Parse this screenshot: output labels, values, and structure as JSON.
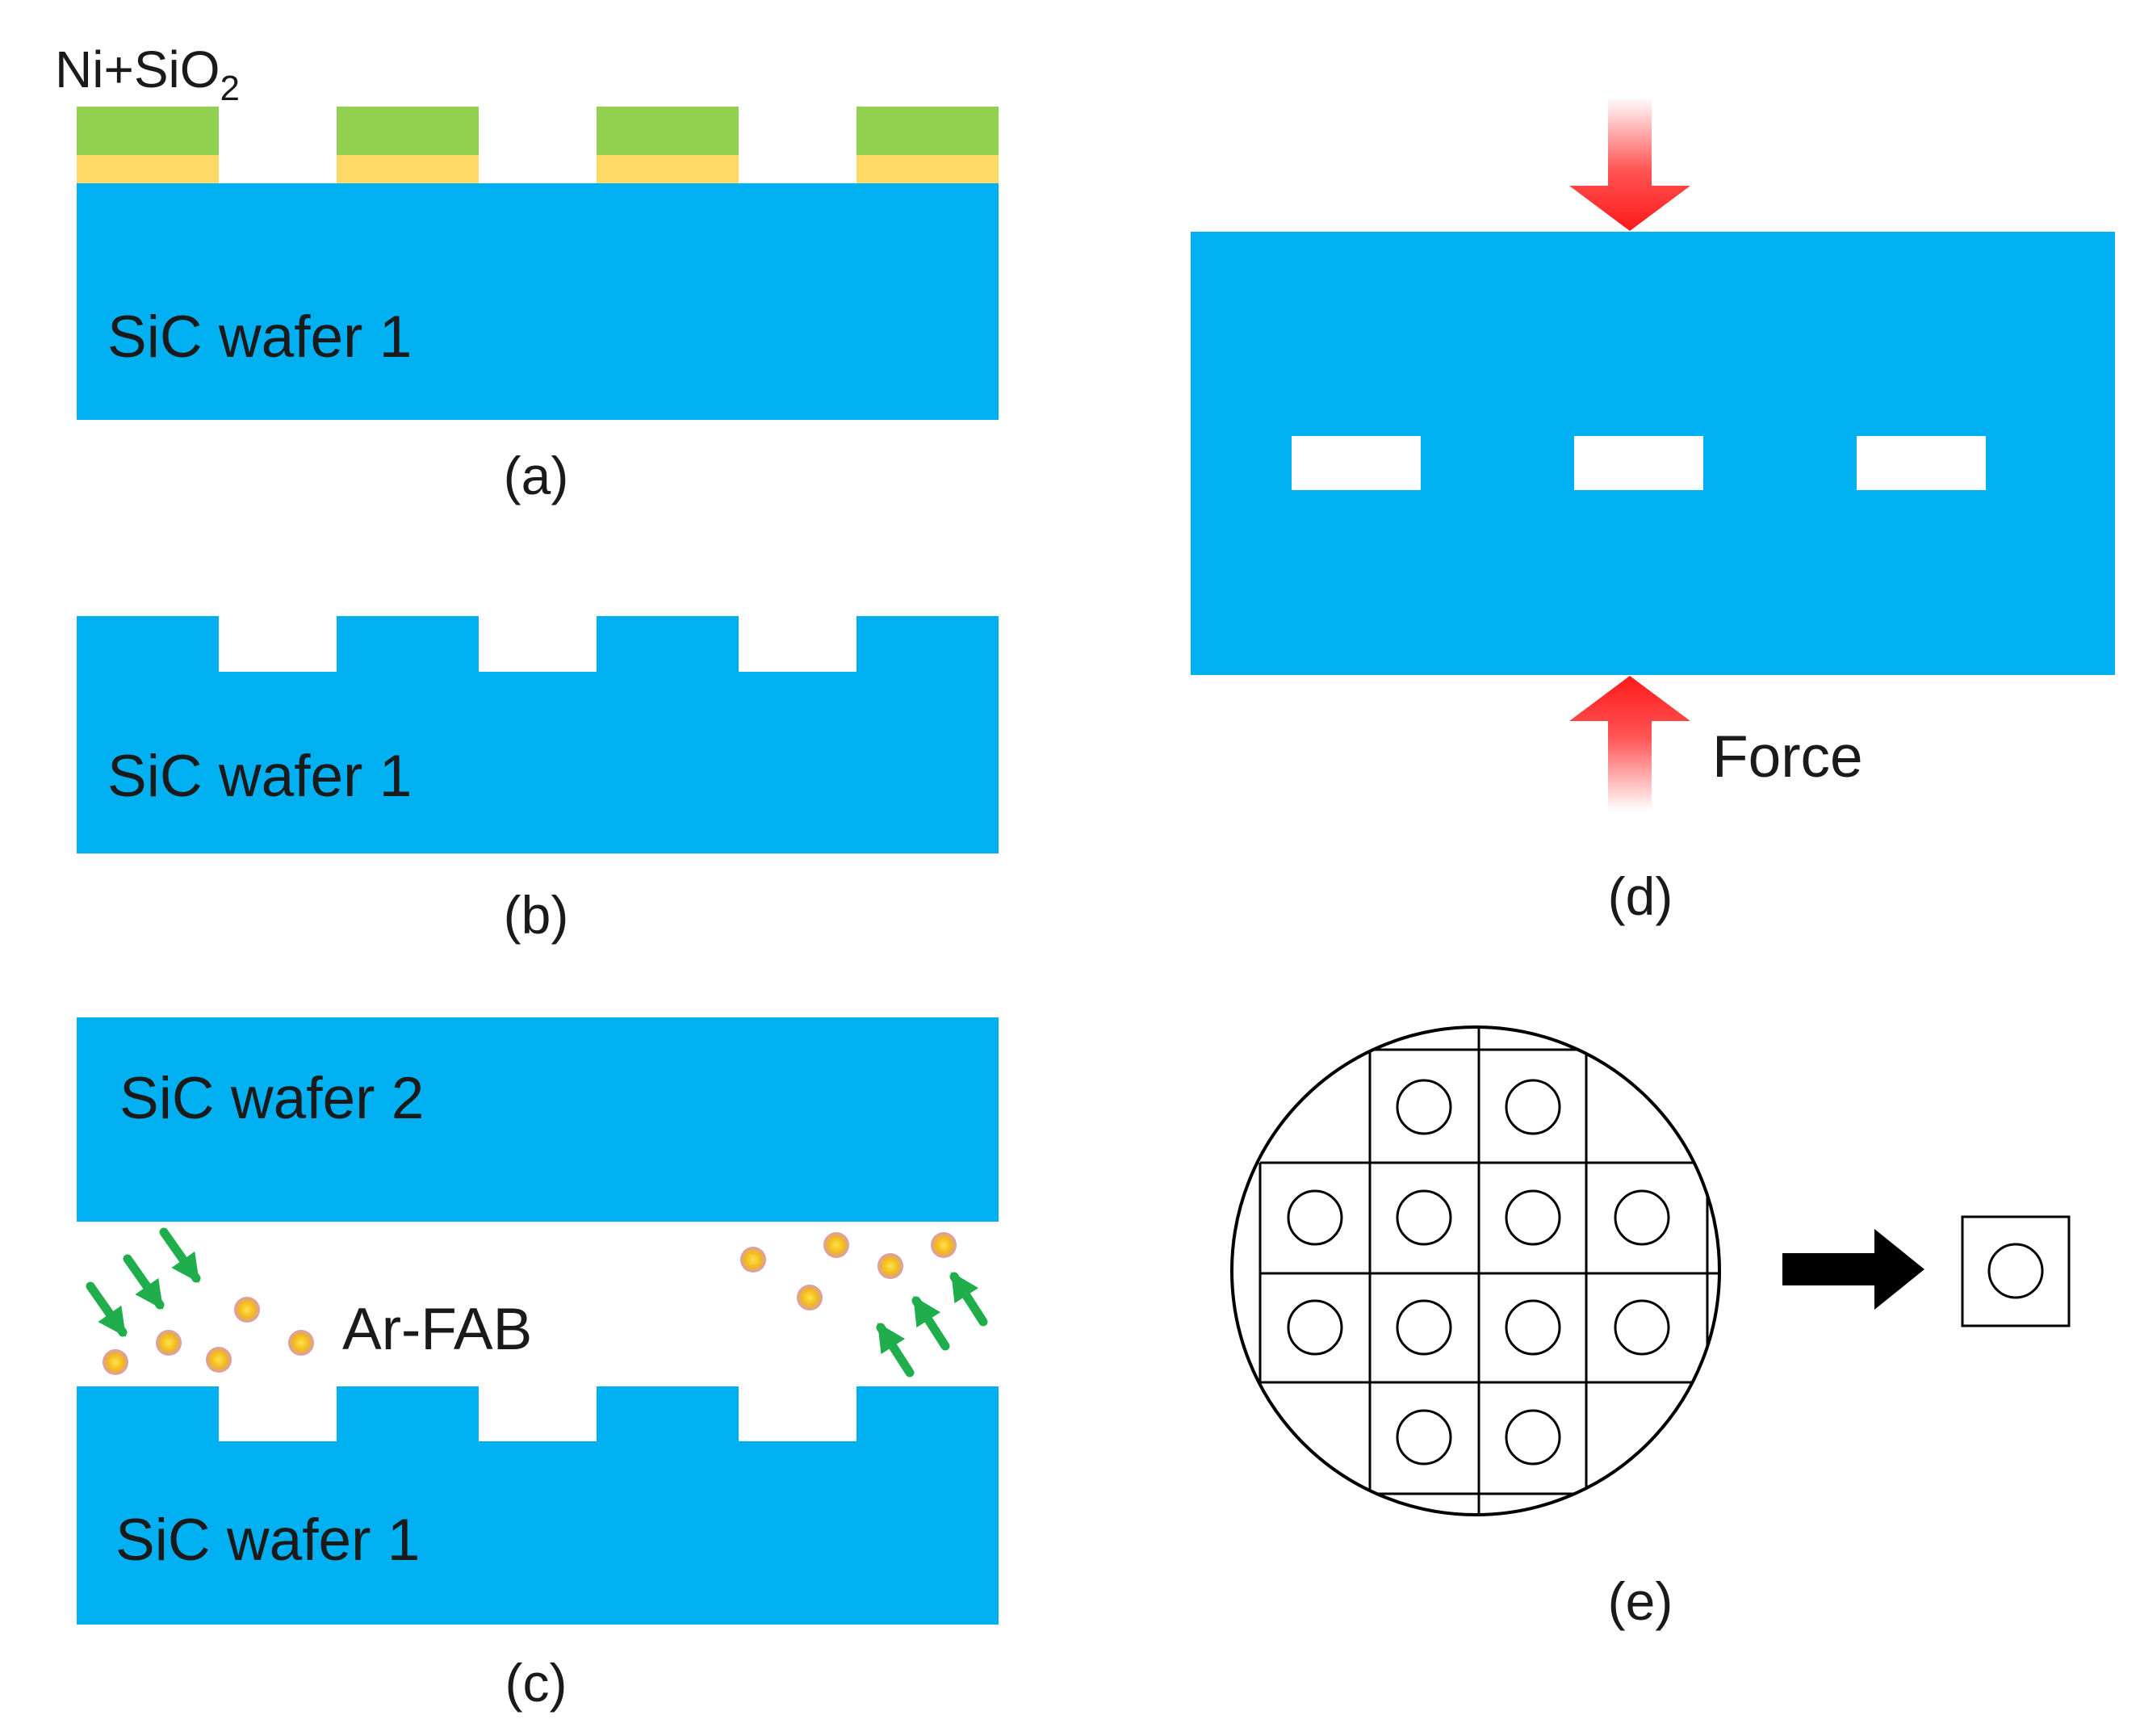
{
  "colors": {
    "substrate": "#00b0f0",
    "nickel_layer": "#92d050",
    "oxide_layer": "#ffd966",
    "force_arrow": "#ff1a1a",
    "beam_arrow": "#1fae4b",
    "atom_core": "#f5c200",
    "atom_edge": "#d89ab8",
    "outline": "#000000"
  },
  "panel_a": {
    "mask_label": "Ni+SiO",
    "mask_label_sub": "2",
    "wafer_label": "SiC wafer 1",
    "caption": "(a)"
  },
  "panel_b": {
    "wafer_label": "SiC wafer 1",
    "caption": "(b)"
  },
  "panel_c": {
    "top_wafer_label": "SiC wafer 2",
    "beam_label": "Ar-FAB",
    "bottom_wafer_label": "SiC wafer 1",
    "caption": "(c)"
  },
  "panel_d": {
    "force_label": "Force",
    "caption": "(d)",
    "arrow_icons": [
      "arrow-down-icon",
      "arrow-up-icon"
    ]
  },
  "panel_e": {
    "caption": "(e)",
    "icons": [
      "wafer-disc-icon",
      "arrow-right-icon",
      "chip-die-icon"
    ]
  }
}
